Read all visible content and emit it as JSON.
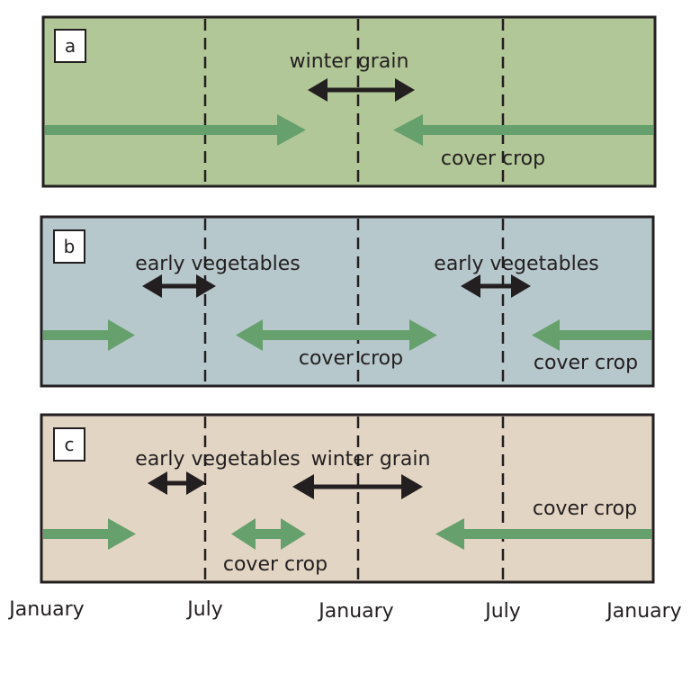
{
  "colors": {
    "panel_a": "#b2c797",
    "panel_b": "#b7c8cd",
    "panel_c": "#e3d5c3",
    "green_arrow": "#66a06d",
    "black_arrow": "#231f20",
    "border": "#231f20"
  },
  "panels": [
    {
      "letter": "a",
      "labels": [
        "winter grain",
        "cover crop"
      ]
    },
    {
      "letter": "b",
      "labels": [
        "early vegetables",
        "early vegetables",
        "cover crop",
        "cover crop"
      ]
    },
    {
      "letter": "c",
      "labels": [
        "early vegetables",
        "winter grain",
        "cover crop",
        "cover crop"
      ]
    }
  ],
  "axis_labels": [
    "January",
    "July",
    "January",
    "July",
    "January"
  ]
}
